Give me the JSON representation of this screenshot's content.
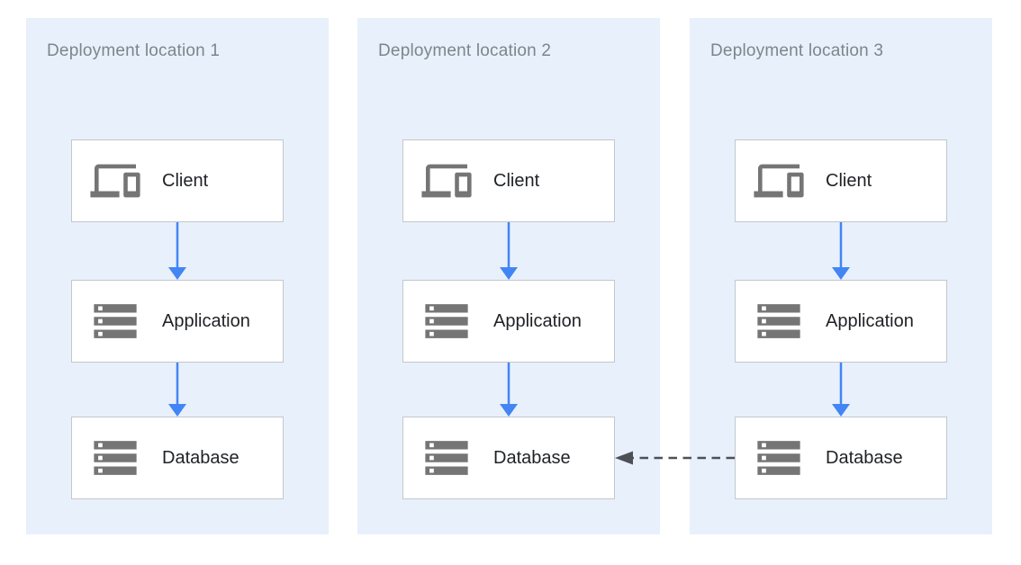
{
  "colors": {
    "page_bg": "#ffffff",
    "panel_bg": "#e8f0fb",
    "box_bg": "#ffffff",
    "box_border": "#c3c7cc",
    "title_text": "#7d858c",
    "label_text": "#1f2125",
    "icon_gray": "#757575",
    "arrow_blue": "#4285f4",
    "dashed_arrow": "#4d5156"
  },
  "panels": [
    {
      "title": "Deployment location 1",
      "nodes": [
        {
          "label": "Client",
          "icon": "devices-icon"
        },
        {
          "label": "Application",
          "icon": "server-stack-icon"
        },
        {
          "label": "Database",
          "icon": "server-stack-icon"
        }
      ]
    },
    {
      "title": "Deployment location 2",
      "nodes": [
        {
          "label": "Client",
          "icon": "devices-icon"
        },
        {
          "label": "Application",
          "icon": "server-stack-icon"
        },
        {
          "label": "Database",
          "icon": "server-stack-icon"
        }
      ]
    },
    {
      "title": "Deployment location 3",
      "nodes": [
        {
          "label": "Client",
          "icon": "devices-icon"
        },
        {
          "label": "Application",
          "icon": "server-stack-icon"
        },
        {
          "label": "Database",
          "icon": "server-stack-icon"
        }
      ]
    }
  ],
  "edges": [
    {
      "panel": "Deployment location 1",
      "from": "Client",
      "to": "Application",
      "style": "solid-blue"
    },
    {
      "panel": "Deployment location 1",
      "from": "Application",
      "to": "Database",
      "style": "solid-blue"
    },
    {
      "panel": "Deployment location 2",
      "from": "Client",
      "to": "Application",
      "style": "solid-blue"
    },
    {
      "panel": "Deployment location 2",
      "from": "Application",
      "to": "Database",
      "style": "solid-blue"
    },
    {
      "panel": "Deployment location 3",
      "from": "Client",
      "to": "Application",
      "style": "solid-blue"
    },
    {
      "panel": "Deployment location 3",
      "from": "Application",
      "to": "Database",
      "style": "solid-blue"
    },
    {
      "from": "Deployment location 3 / Database",
      "to": "Deployment location 2 / Database",
      "style": "dashed-gray"
    }
  ]
}
